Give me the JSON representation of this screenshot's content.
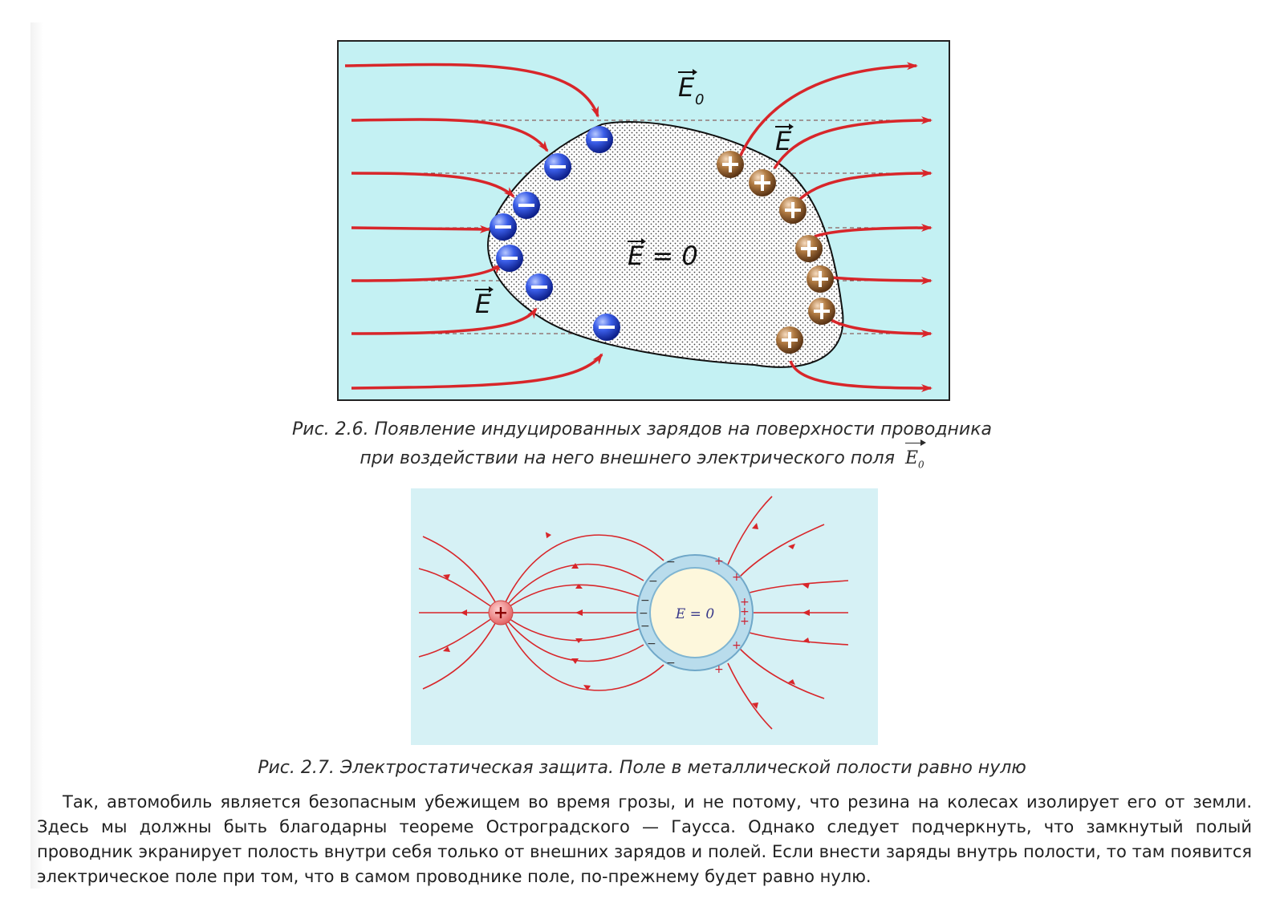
{
  "figure1": {
    "label_e0": "E",
    "label_e0_sub": "0",
    "label_e": "E",
    "label_e_left": "E",
    "label_inside": "E = 0",
    "caption_line1": "Рис. 2.6. Появление индуцированных зарядов на поверхности проводника",
    "caption_line2": "при воздействии на него внешнего электрического поля",
    "caption_vector": "E",
    "caption_vector_sub": "0",
    "colors": {
      "background": "#c4f1f3",
      "field_line": "#d8262a",
      "negative": "#2a50d8",
      "positive": "#a8723c"
    }
  },
  "figure2": {
    "inner_label": "E = 0",
    "caption": "Рис. 2.7. Электростатическая защита. Поле в металлической полости равно нулю",
    "colors": {
      "background": "#d6f1f5",
      "shell": "#b9dcec",
      "cavity": "#fdf7dc",
      "field_line": "#d8262a",
      "charge": "#f08080"
    }
  },
  "body_text": "Так, автомобиль является безопасным убежищем во время грозы, и не потому, что резина на колесах изолирует его от земли. Здесь мы должны быть благодарны теореме Остроградского — Гаусса. Однако следует подчеркнуть, что замкнутый полый проводник экранирует полость внутри себя только от внешних зарядов и полей. Если внести заряды внутрь полости, то там появится электрическое поле при том, что в самом проводнике поле, по-прежнему будет равно нулю."
}
